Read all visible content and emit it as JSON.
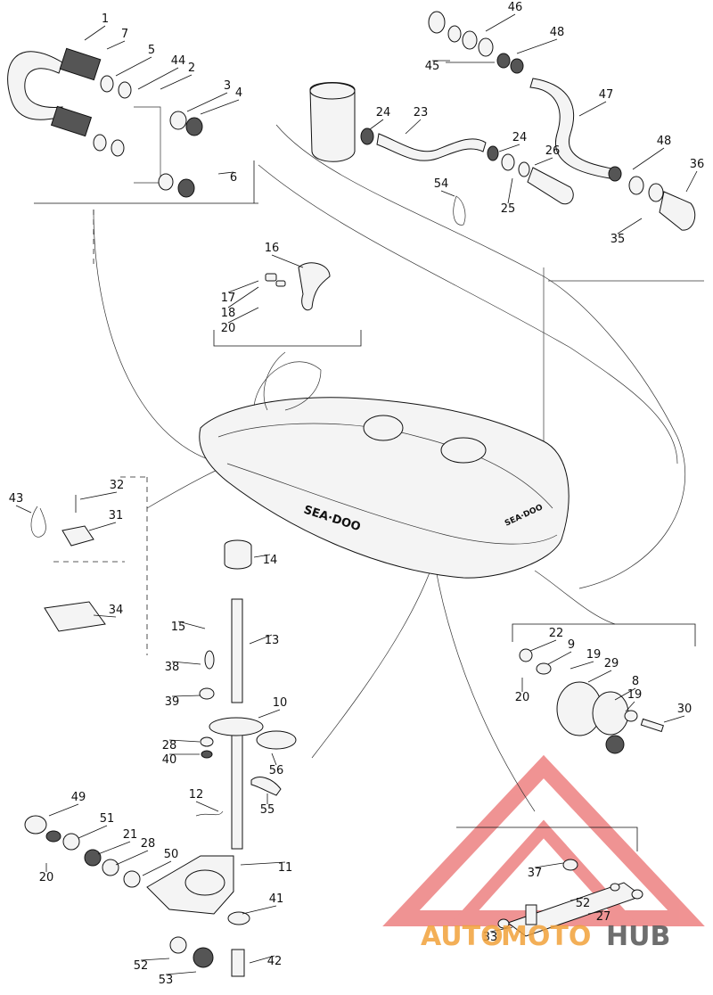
{
  "diagram": {
    "labels": [
      "1",
      "7",
      "5",
      "44",
      "2",
      "3",
      "4",
      "6",
      "46",
      "48",
      "45",
      "47",
      "24",
      "23",
      "24",
      "26",
      "54",
      "25",
      "48",
      "36",
      "35",
      "16",
      "17",
      "18",
      "20",
      "32",
      "43",
      "31",
      "34",
      "14",
      "15",
      "13",
      "38",
      "39",
      "10",
      "28",
      "40",
      "56",
      "55",
      "12",
      "49",
      "51",
      "21",
      "28",
      "50",
      "20",
      "11",
      "41",
      "52",
      "53",
      "42",
      "22",
      "9",
      "19",
      "29",
      "20",
      "8",
      "19",
      "30",
      "37",
      "52",
      "27",
      "33"
    ],
    "hull_brand": "SEA·DOO",
    "hull_brand_small": "SEA·DOO"
  },
  "watermark": {
    "part1": "AUTO",
    "part2": "MOTO",
    "part3": "HUB",
    "color_red": "#e33b3b",
    "color_orange": "#f2a23a",
    "color_gray": "#555555"
  }
}
